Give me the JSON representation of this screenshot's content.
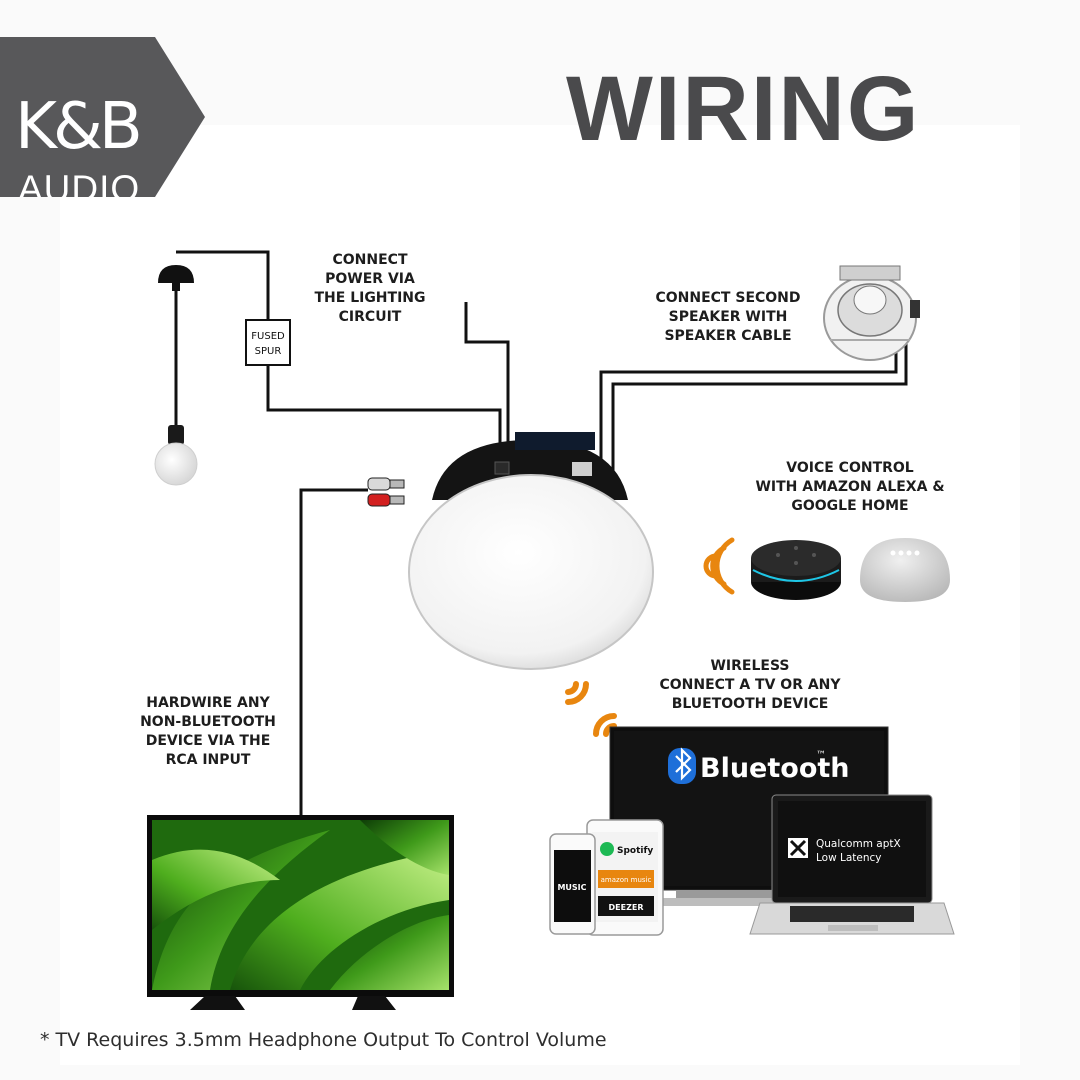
{
  "brand": {
    "logo_text": "K&B",
    "logo_sub": "AUDIO",
    "brand_color": "#58585a"
  },
  "title": "WIRING",
  "labels": {
    "power": "CONNECT\nPOWER VIA\nTHE LIGHTING\nCIRCUIT",
    "second_speaker": "CONNECT SECOND\nSPEAKER WITH\nSPEAKER CABLE",
    "voice": "VOICE CONTROL\nWITH AMAZON ALEXA &\nGOOGLE HOME",
    "wireless": "WIRELESS\nCONNECT A TV OR ANY\nBLUETOOTH DEVICE",
    "hardwire": "HARDWIRE ANY\nNON-BLUETOOTH\nDEVICE VIA THE\nRCA INPUT"
  },
  "fused_spur": {
    "line1": "FUSED",
    "line2": "SPUR"
  },
  "screens": {
    "bluetooth": "Bluetooth",
    "bluetooth_tm": "™",
    "aptx_line1": "Qualcomm aptX",
    "aptx_line2": "Low Latency",
    "music": "MUSIC",
    "spotify": "Spotify",
    "amazon_music": "amazon music",
    "deezer": "DEEZER"
  },
  "footnote": "* TV Requires 3.5mm Headphone Output To Control Volume",
  "colors": {
    "title": "#4a4a4c",
    "signal_orange": "#e8860f",
    "wire": "#111111"
  },
  "icons": [
    "ceiling-rose-icon",
    "light-bulb-icon",
    "speaker-icon",
    "rca-plug-icon",
    "wifi-signal-icon",
    "echo-dot-icon",
    "google-home-icon",
    "bluetooth-icon",
    "aptx-icon"
  ]
}
